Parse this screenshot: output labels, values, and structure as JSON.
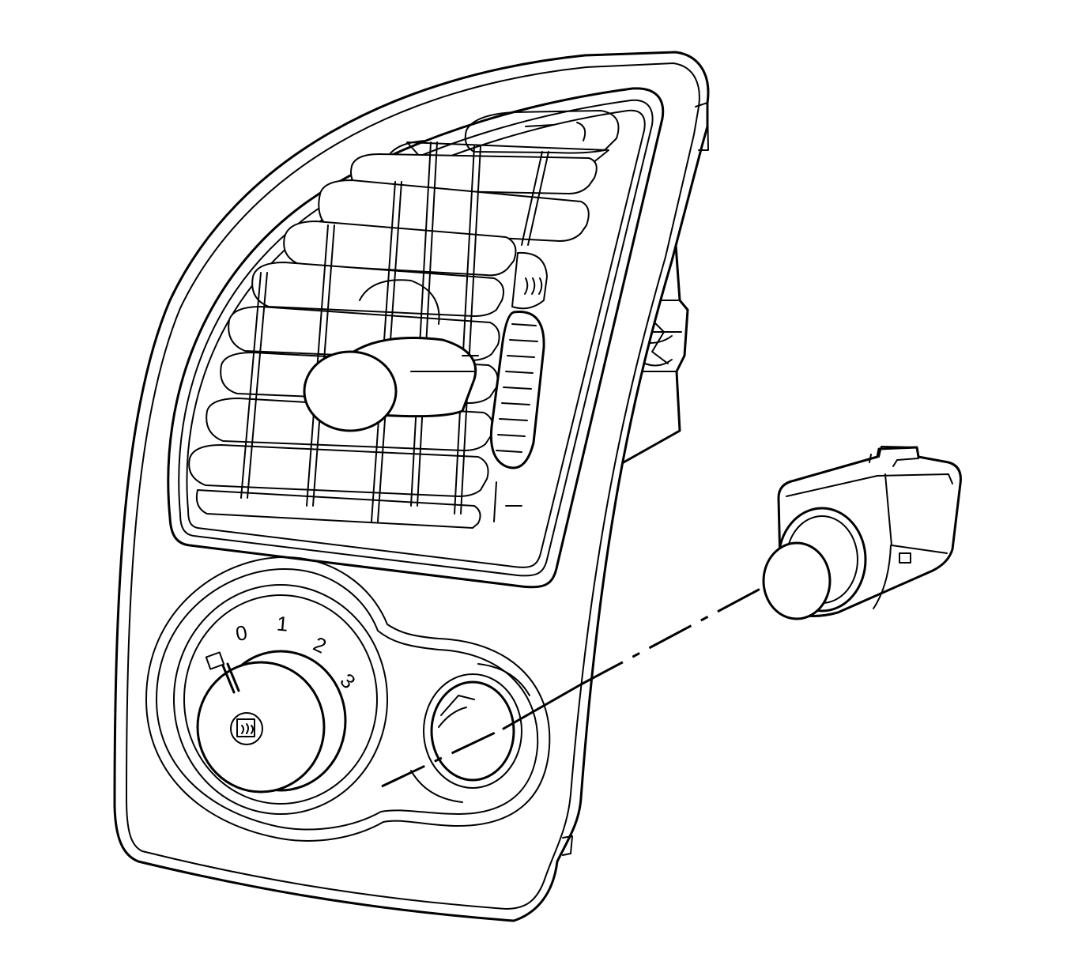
{
  "diagram": {
    "dial_numbers": [
      "0",
      "1",
      "2",
      "3"
    ],
    "colors": {
      "line": "#000000",
      "background": "#ffffff"
    },
    "icons": [
      "rear-defog-icon",
      "heat-symbol-icon"
    ]
  }
}
